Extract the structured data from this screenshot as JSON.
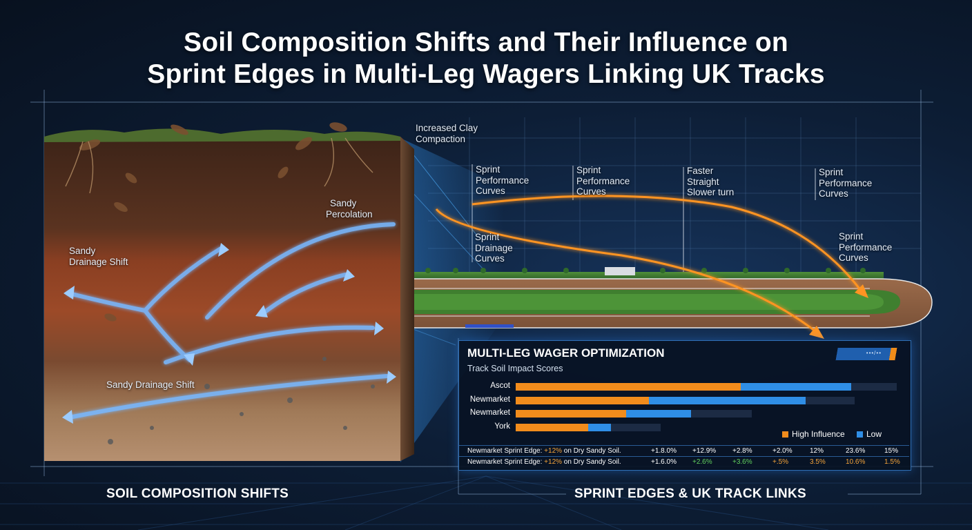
{
  "title": {
    "line1": "Soil Composition Shifts and Their Influence on",
    "line2": "Sprint Edges in Multi-Leg Wagers Linking UK Tracks"
  },
  "soil_labels": {
    "sandy_drainage_shift_upper": [
      "Sandy",
      "Drainage Shift"
    ],
    "sandy_drainage_shift_lower": "Sandy Drainage Shift",
    "sandy_percolation": [
      "Sandy",
      "Percolation"
    ],
    "increased_clay": [
      "Increased Clay",
      "Compaction"
    ]
  },
  "track_labels": {
    "spc1": [
      "Sprint",
      "Performance",
      "Curves"
    ],
    "spc2": [
      "Sprint",
      "Performance",
      "Curves"
    ],
    "faster": [
      "Faster",
      "Straight",
      "Slower turn"
    ],
    "spc3": [
      "Sprint",
      "Performance",
      "Curves"
    ],
    "drainage": [
      "Sprint",
      "Drainage",
      "Curves"
    ],
    "spc4": [
      "Sprint",
      "Performance",
      "Curves"
    ]
  },
  "sections": {
    "left": "SOIL COMPOSITION SHIFTS",
    "right": "SPRINT EDGES & UK TRACK LINKS"
  },
  "panel": {
    "title": "MULTI-LEG WAGER OPTIMIZATION",
    "subtitle": "Track Soil Impact Scores",
    "badge_text": "•••/••",
    "legend_high": "High Influence",
    "legend_low": "Low",
    "colors": {
      "high": "#f28c1c",
      "low": "#2f8ee6",
      "track": "#1c2b44"
    }
  },
  "chart_data": {
    "type": "bar",
    "title": "Track Soil Impact Scores",
    "categories": [
      "Ascot",
      "Newmarket",
      "Newmarket",
      "York"
    ],
    "series": [
      {
        "name": "High Influence",
        "values": [
          0.59,
          0.35,
          0.29,
          0.19
        ]
      },
      {
        "name": "Low",
        "values": [
          0.29,
          0.41,
          0.17,
          0.06
        ]
      }
    ],
    "track_extent": [
      1.0,
      0.89,
      0.62,
      0.38
    ],
    "xlim": [
      0,
      1
    ]
  },
  "table": {
    "rows": [
      {
        "label": "Newmarket Sprint Edge: ",
        "pct": "+12%",
        "tail": " on Dry Sandy Soil.",
        "vals": [
          "+1.8.0%",
          "+12.9%",
          "+2.8%",
          "+2.0%",
          "12%",
          "23.6%",
          "15%"
        ]
      },
      {
        "label": "Newmarket Sprint Edge: ",
        "pct": "+12%",
        "tail": " on Dry Sandy Soil.",
        "vals": [
          "+1.6.0%",
          "+2.6%",
          "+3.6%",
          "+.5%",
          "3.5%",
          "10.6%",
          "1.5%"
        ]
      }
    ]
  }
}
